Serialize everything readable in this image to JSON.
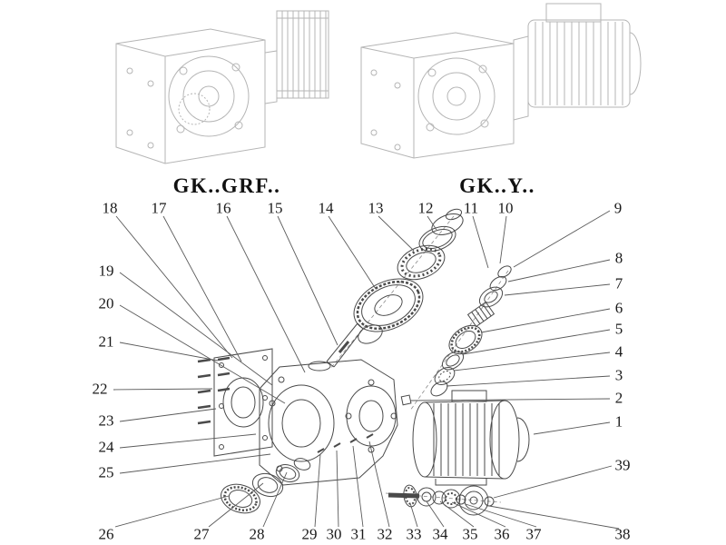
{
  "header": {
    "models": [
      {
        "label": "GK..GRF.."
      },
      {
        "label": "GK..Y.."
      }
    ]
  },
  "diagram": {
    "kind": "exploded-parts-view-gear-reducer",
    "part_numbers_visible": 39,
    "ink_color": "#4a4a4a",
    "faint_ink_color": "#b5b5b5",
    "background": "#ffffff"
  },
  "callouts": [
    "18",
    "17",
    "16",
    "15",
    "14",
    "13",
    "12",
    "11",
    "10",
    "9",
    "8",
    "7",
    "6",
    "5",
    "4",
    "3",
    "2",
    "1",
    "39",
    "19",
    "20",
    "21",
    "22",
    "23",
    "24",
    "25",
    "26",
    "27",
    "28",
    "29",
    "30",
    "31",
    "32",
    "33",
    "34",
    "35",
    "36",
    "37",
    "38"
  ]
}
